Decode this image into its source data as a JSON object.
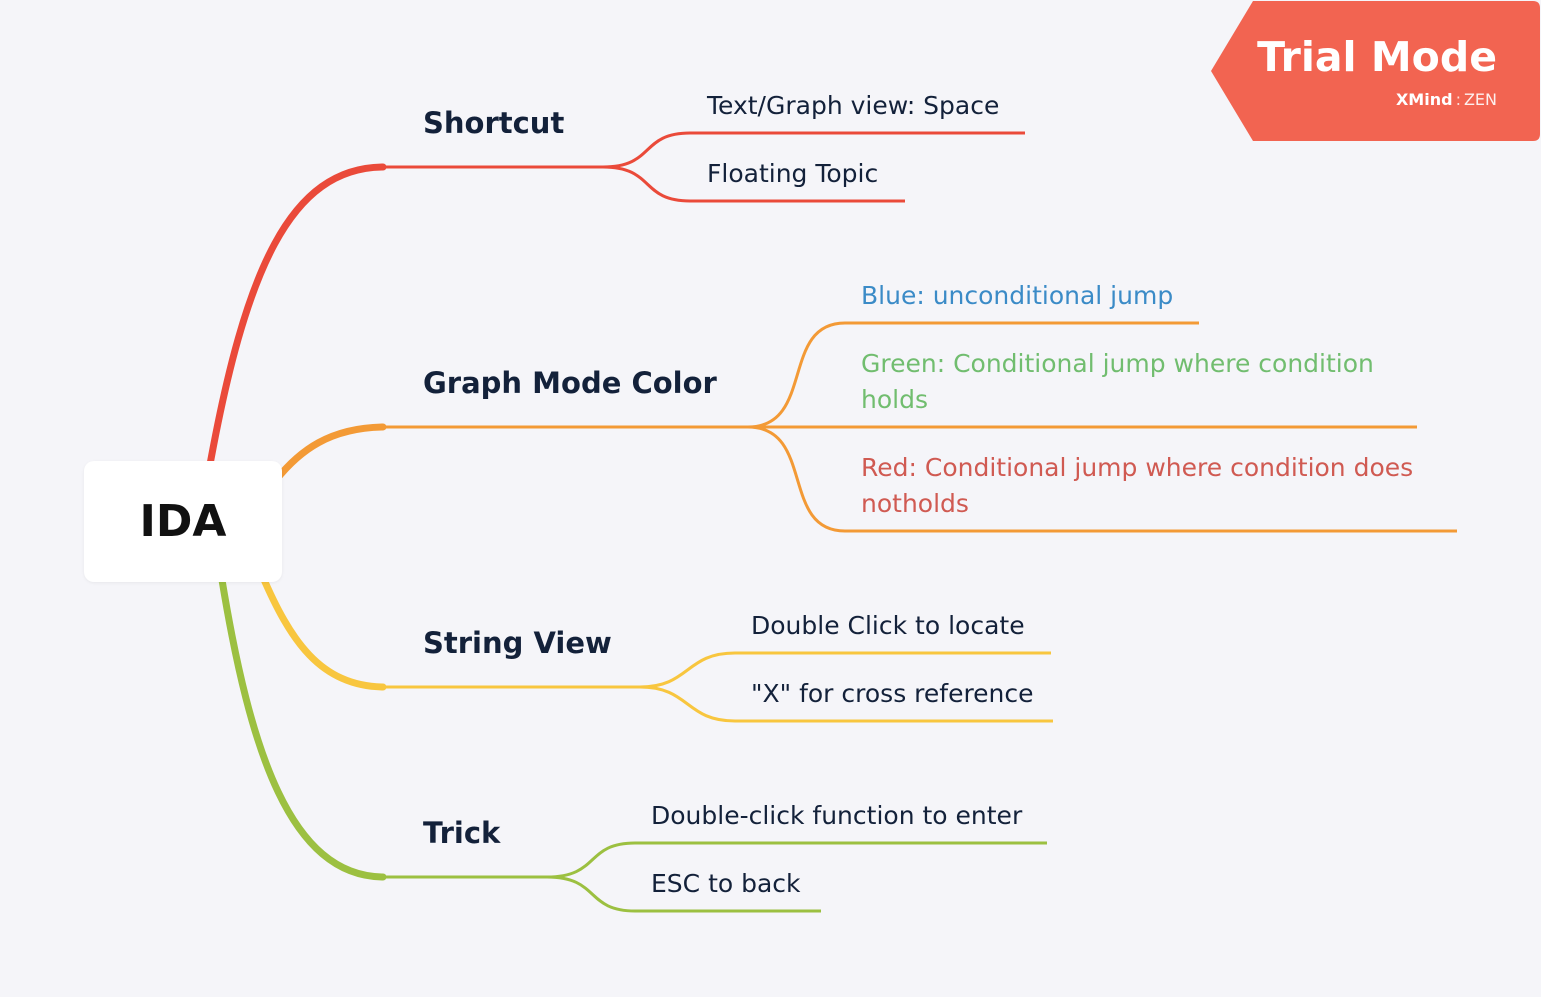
{
  "root": {
    "label": "IDA"
  },
  "badge": {
    "title": "Trial Mode",
    "brand": "XMind",
    "separator": ":",
    "edition": "ZEN",
    "color": "#f26451"
  },
  "branches": [
    {
      "label": "Shortcut",
      "color": "#ea4a3a",
      "leaves": [
        {
          "label": "Text/Graph view: Space",
          "color": "#13213a"
        },
        {
          "label": "Floating Topic",
          "color": "#13213a"
        }
      ]
    },
    {
      "label": "Graph Mode Color",
      "color": "#f39a36",
      "leaves": [
        {
          "label": "Blue: unconditional jump",
          "color": "#3b8bc7"
        },
        {
          "label": "Green: Conditional jump where condition holds",
          "color": "#71bd6f"
        },
        {
          "label": "Red: Conditional jump where condition does notholds",
          "color": "#d05a52"
        }
      ]
    },
    {
      "label": "String View",
      "color": "#f8c63f",
      "leaves": [
        {
          "label": "Double Click to locate",
          "color": "#13213a"
        },
        {
          "label": "\"X\" for cross reference",
          "color": "#13213a"
        }
      ]
    },
    {
      "label": "Trick",
      "color": "#9cc041",
      "leaves": [
        {
          "label": "Double-click function to enter",
          "color": "#13213a"
        },
        {
          "label": "ESC to back",
          "color": "#13213a"
        }
      ]
    }
  ]
}
